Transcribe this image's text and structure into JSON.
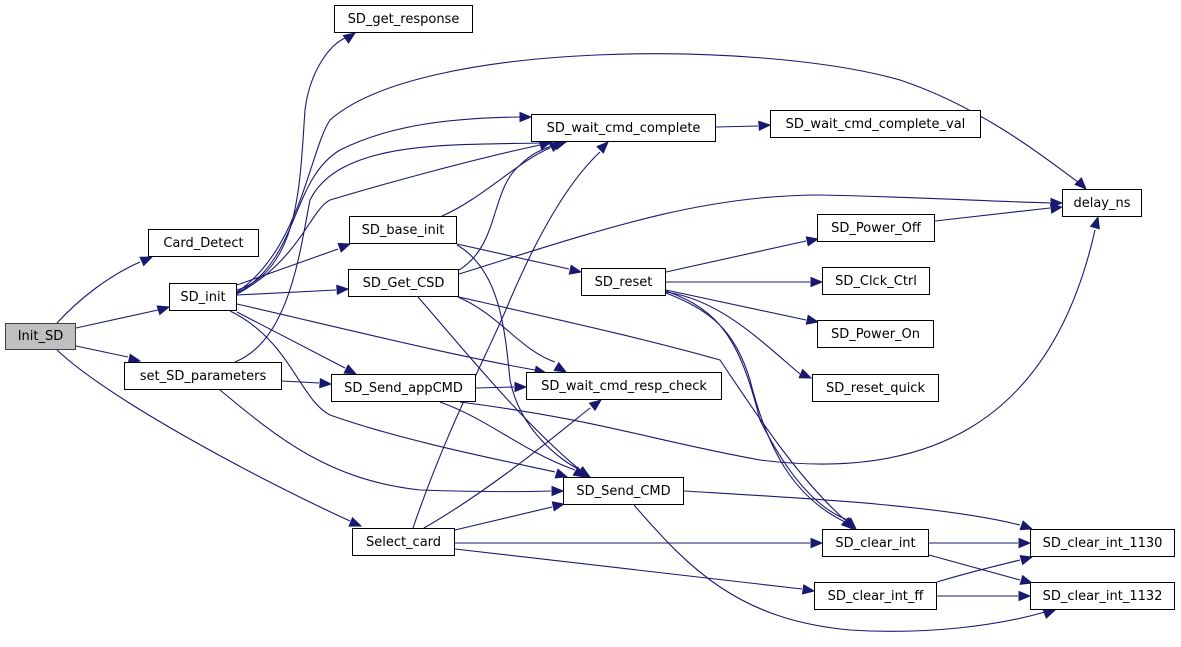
{
  "graph": {
    "type": "call-graph",
    "edge_color": "#191970",
    "root_fill": "#bfbfbf",
    "nodes": [
      {
        "id": "Init_SD",
        "label": "Init_SD",
        "root": true
      },
      {
        "id": "Card_Detect",
        "label": "Card_Detect"
      },
      {
        "id": "SD_init",
        "label": "SD_init"
      },
      {
        "id": "set_SD_parameters",
        "label": "set_SD_parameters"
      },
      {
        "id": "Select_card",
        "label": "Select_card"
      },
      {
        "id": "SD_get_response",
        "label": "SD_get_response"
      },
      {
        "id": "SD_base_init",
        "label": "SD_base_init"
      },
      {
        "id": "SD_Get_CSD",
        "label": "SD_Get_CSD"
      },
      {
        "id": "SD_Send_appCMD",
        "label": "SD_Send_appCMD"
      },
      {
        "id": "SD_wait_cmd_complete",
        "label": "SD_wait_cmd_complete"
      },
      {
        "id": "SD_wait_cmd_resp_check",
        "label": "SD_wait_cmd_resp_check"
      },
      {
        "id": "SD_Send_CMD",
        "label": "SD_Send_CMD"
      },
      {
        "id": "SD_reset",
        "label": "SD_reset"
      },
      {
        "id": "SD_wait_cmd_complete_val",
        "label": "SD_wait_cmd_complete_val"
      },
      {
        "id": "delay_ns",
        "label": "delay_ns"
      },
      {
        "id": "SD_Power_Off",
        "label": "SD_Power_Off"
      },
      {
        "id": "SD_Clck_Ctrl",
        "label": "SD_Clck_Ctrl"
      },
      {
        "id": "SD_Power_On",
        "label": "SD_Power_On"
      },
      {
        "id": "SD_reset_quick",
        "label": "SD_reset_quick"
      },
      {
        "id": "SD_clear_int",
        "label": "SD_clear_int"
      },
      {
        "id": "SD_clear_int_ff",
        "label": "SD_clear_int_ff"
      },
      {
        "id": "SD_clear_int_1130",
        "label": "SD_clear_int_1130"
      },
      {
        "id": "SD_clear_int_1132",
        "label": "SD_clear_int_1132"
      }
    ],
    "edges": [
      [
        "Init_SD",
        "Card_Detect"
      ],
      [
        "Init_SD",
        "SD_init"
      ],
      [
        "Init_SD",
        "set_SD_parameters"
      ],
      [
        "Init_SD",
        "Select_card"
      ],
      [
        "SD_init",
        "SD_get_response"
      ],
      [
        "SD_init",
        "delay_ns"
      ],
      [
        "SD_init",
        "SD_wait_cmd_complete"
      ],
      [
        "SD_init",
        "SD_base_init"
      ],
      [
        "SD_init",
        "SD_Get_CSD"
      ],
      [
        "SD_init",
        "SD_Send_appCMD"
      ],
      [
        "SD_init",
        "SD_wait_cmd_resp_check"
      ],
      [
        "SD_init",
        "SD_Send_CMD"
      ],
      [
        "set_SD_parameters",
        "SD_wait_cmd_complete"
      ],
      [
        "set_SD_parameters",
        "SD_Send_appCMD"
      ],
      [
        "set_SD_parameters",
        "SD_Send_CMD"
      ],
      [
        "SD_base_init",
        "SD_wait_cmd_complete"
      ],
      [
        "SD_base_init",
        "SD_reset"
      ],
      [
        "SD_base_init",
        "SD_Send_CMD"
      ],
      [
        "SD_Get_CSD",
        "SD_wait_cmd_complete"
      ],
      [
        "SD_Get_CSD",
        "delay_ns"
      ],
      [
        "SD_Get_CSD",
        "SD_wait_cmd_resp_check"
      ],
      [
        "SD_Get_CSD",
        "SD_Send_CMD"
      ],
      [
        "SD_Get_CSD",
        "SD_clear_int"
      ],
      [
        "SD_Send_appCMD",
        "SD_wait_cmd_resp_check"
      ],
      [
        "SD_Send_appCMD",
        "SD_Send_CMD"
      ],
      [
        "SD_Send_appCMD",
        "delay_ns"
      ],
      [
        "Select_card",
        "SD_wait_cmd_complete"
      ],
      [
        "Select_card",
        "SD_wait_cmd_resp_check"
      ],
      [
        "Select_card",
        "SD_Send_CMD"
      ],
      [
        "Select_card",
        "SD_clear_int"
      ],
      [
        "Select_card",
        "SD_clear_int_ff"
      ],
      [
        "SD_wait_cmd_complete",
        "SD_wait_cmd_complete_val"
      ],
      [
        "SD_reset",
        "SD_Power_Off"
      ],
      [
        "SD_reset",
        "SD_Clck_Ctrl"
      ],
      [
        "SD_reset",
        "SD_Power_On"
      ],
      [
        "SD_reset",
        "SD_reset_quick"
      ],
      [
        "SD_reset",
        "SD_clear_int"
      ],
      [
        "SD_Power_Off",
        "delay_ns"
      ],
      [
        "SD_Send_CMD",
        "SD_clear_int_1130"
      ],
      [
        "SD_Send_CMD",
        "SD_clear_int_1132"
      ],
      [
        "SD_clear_int",
        "SD_clear_int_1130"
      ],
      [
        "SD_clear_int",
        "SD_clear_int_1132"
      ],
      [
        "SD_clear_int_ff",
        "SD_clear_int_1130"
      ],
      [
        "SD_clear_int_ff",
        "SD_clear_int_1132"
      ]
    ]
  }
}
